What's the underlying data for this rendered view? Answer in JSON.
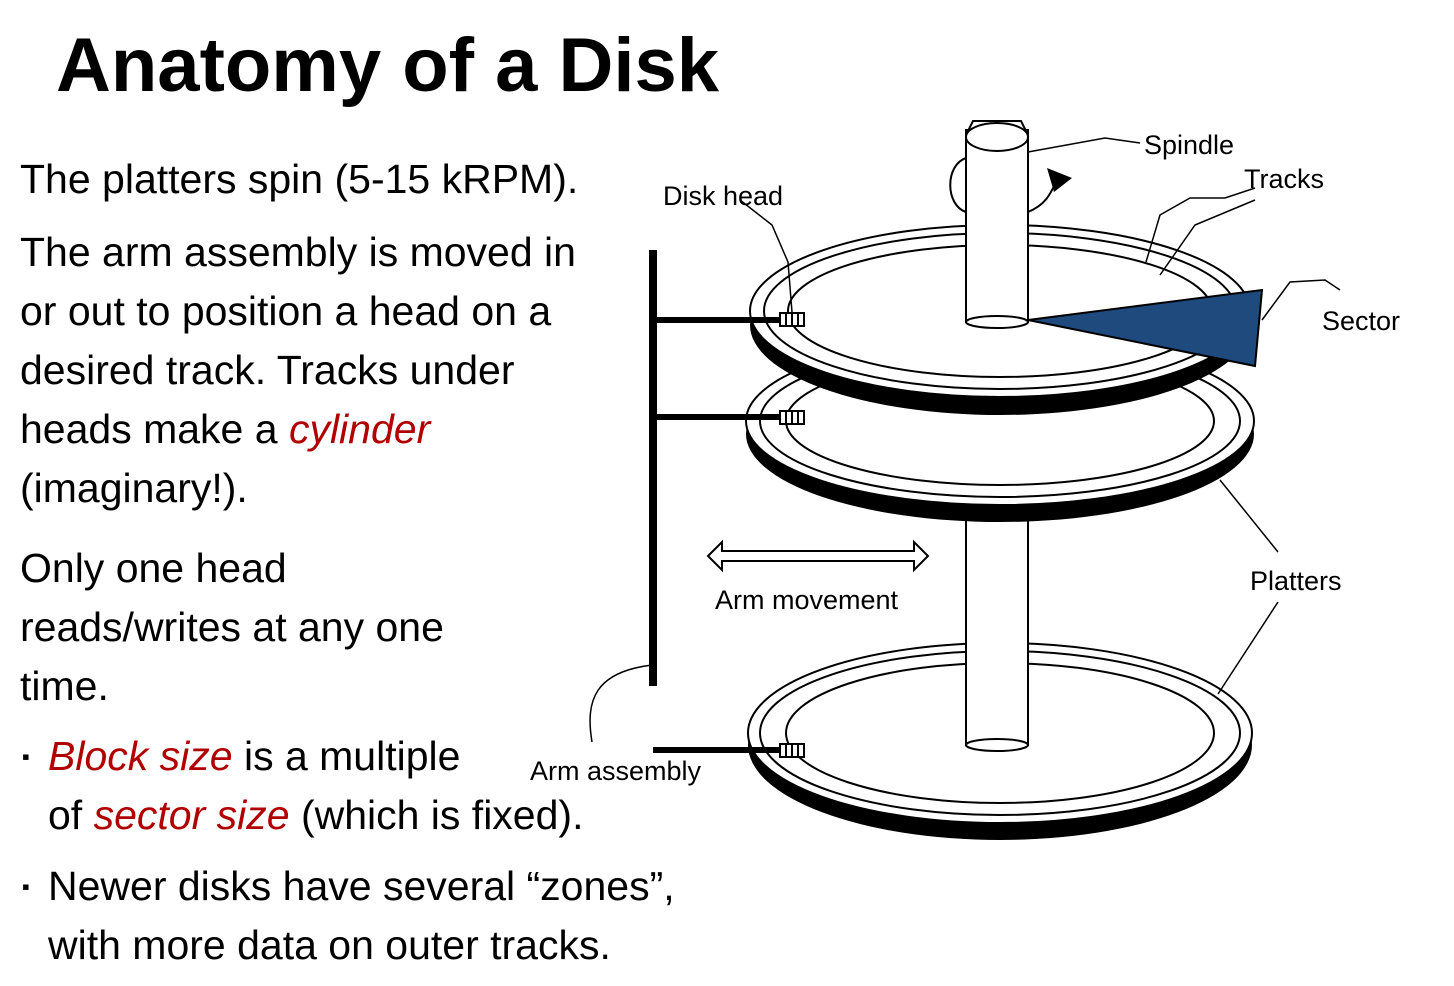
{
  "title": "Anatomy of a Disk",
  "paragraphs": {
    "p1": "The platters spin (5-15 kRPM).",
    "p2_line1": "The arm assembly is moved in",
    "p2_line2": "or out to position a head on a",
    "p2_line3": "desired track. Tracks under",
    "p2_line4_pre": "heads make a ",
    "p2_line4_em": "cylinder",
    "p2_line5": "(imaginary!).",
    "p3_line1": "Only one head",
    "p3_line2": "reads/writes at any one",
    "p3_line3": "time."
  },
  "bullets": {
    "b1_em1": "Block size",
    "b1_mid": " is a multiple",
    "b1_pre2": "of ",
    "b1_em2": "sector size",
    "b1_post": " (which is fixed).",
    "b2_line1": "Newer disks have several “zones”,",
    "b2_line2": "with more data on outer tracks.",
    "marker": "▪"
  },
  "diagram": {
    "labels": {
      "spindle": "Spindle",
      "tracks": "Tracks",
      "disk_head": "Disk head",
      "sector": "Sector",
      "arm_movement": "Arm movement",
      "platters": "Platters",
      "arm_assembly": "Arm assembly"
    },
    "colors": {
      "sector_fill": "#1f4a7e",
      "emphasis": "#b00000"
    }
  }
}
